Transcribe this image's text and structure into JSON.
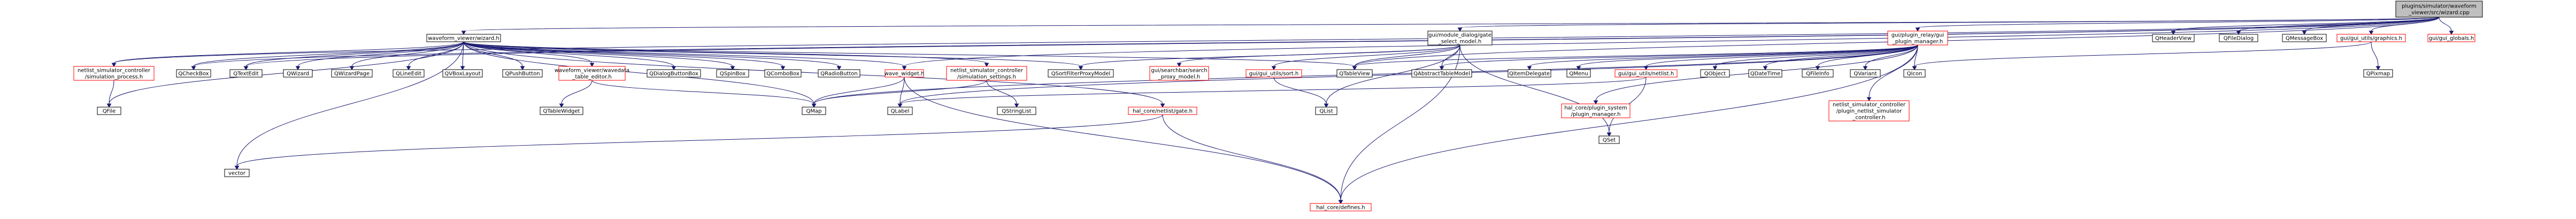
{
  "colors": {
    "root_fill": "#bfbfbf",
    "node_fill": "#ffffff",
    "node_border": "#000000",
    "link_border": "#ff0000",
    "edge": "#191970"
  },
  "nodes": {
    "root": {
      "lines": [
        "plugins/simulator/waveform",
        "_viewer/src/wizard.cpp"
      ],
      "kind": "root"
    },
    "wizard_h": {
      "lines": [
        "waveform_viewer/wizard.h"
      ],
      "kind": "file"
    },
    "mdsm": {
      "lines": [
        "gui/module_dialog/gate",
        "_select_model.h"
      ],
      "kind": "file"
    },
    "prm": {
      "lines": [
        "gui/plugin_relay/gui",
        "_plugin_manager.h"
      ],
      "kind": "link"
    },
    "qheaderview": {
      "lines": [
        "QHeaderView"
      ],
      "kind": "file"
    },
    "qfiledialog": {
      "lines": [
        "QFileDialog"
      ],
      "kind": "file"
    },
    "qmessagebox": {
      "lines": [
        "QMessageBox"
      ],
      "kind": "file"
    },
    "graphics": {
      "lines": [
        "gui/gui_utils/graphics.h"
      ],
      "kind": "link"
    },
    "globals": {
      "lines": [
        "gui/gui_globals.h"
      ],
      "kind": "link"
    },
    "nscap": {
      "lines": [
        "netlist_simulator_controller",
        "/simulation_process.h"
      ],
      "kind": "link"
    },
    "qcheckbox": {
      "lines": [
        "QCheckBox"
      ],
      "kind": "file"
    },
    "qtextedit": {
      "lines": [
        "QTextEdit"
      ],
      "kind": "file"
    },
    "qwizard": {
      "lines": [
        "QWizard"
      ],
      "kind": "file"
    },
    "qwizardpage": {
      "lines": [
        "QWizardPage"
      ],
      "kind": "file"
    },
    "qlineedit": {
      "lines": [
        "QLineEdit"
      ],
      "kind": "file"
    },
    "qvboxlayout": {
      "lines": [
        "QVBoxLayout"
      ],
      "kind": "file"
    },
    "qpushbutton": {
      "lines": [
        "QPushButton"
      ],
      "kind": "file"
    },
    "wvdte": {
      "lines": [
        "waveform_viewer/wavedata",
        "_table_editor.h"
      ],
      "kind": "link"
    },
    "qdialogbb": {
      "lines": [
        "QDialogButtonBox"
      ],
      "kind": "file"
    },
    "qspinbox": {
      "lines": [
        "QSpinBox"
      ],
      "kind": "file"
    },
    "qcombobox": {
      "lines": [
        "QComboBox"
      ],
      "kind": "file"
    },
    "qradiobutton": {
      "lines": [
        "QRadioButton"
      ],
      "kind": "file"
    },
    "wavewidget": {
      "lines": [
        "wave_widget.h"
      ],
      "kind": "link"
    },
    "nscss": {
      "lines": [
        "netlist_simulator_controller",
        "/simulation_settings.h"
      ],
      "kind": "link"
    },
    "qsfpm": {
      "lines": [
        "QSortFilterProxyModel"
      ],
      "kind": "file"
    },
    "gsfpm": {
      "lines": [
        "gui/searchbar/search",
        "_proxy_model.h"
      ],
      "kind": "link"
    },
    "guisort": {
      "lines": [
        "gui/gui_utils/sort.h"
      ],
      "kind": "link"
    },
    "qtableview": {
      "lines": [
        "QTableView"
      ],
      "kind": "file"
    },
    "qatm": {
      "lines": [
        "QAbstractTableModel"
      ],
      "kind": "file"
    },
    "qitemdelegate": {
      "lines": [
        "QItemDelegate"
      ],
      "kind": "file"
    },
    "qmenu": {
      "lines": [
        "QMenu"
      ],
      "kind": "file"
    },
    "guinetlist": {
      "lines": [
        "gui/gui_utils/netlist.h"
      ],
      "kind": "link"
    },
    "qobject": {
      "lines": [
        "QObject"
      ],
      "kind": "file"
    },
    "qdatetime": {
      "lines": [
        "QDateTime"
      ],
      "kind": "file"
    },
    "qfileinfo": {
      "lines": [
        "QFileInfo"
      ],
      "kind": "file"
    },
    "qvariant": {
      "lines": [
        "QVariant"
      ],
      "kind": "file"
    },
    "qicon": {
      "lines": [
        "QIcon"
      ],
      "kind": "file"
    },
    "qpixmap": {
      "lines": [
        "QPixmap"
      ],
      "kind": "file"
    },
    "qfile": {
      "lines": [
        "QFile"
      ],
      "kind": "file"
    },
    "qtablewidget": {
      "lines": [
        "QTableWidget"
      ],
      "kind": "file"
    },
    "qmap": {
      "lines": [
        "QMap"
      ],
      "kind": "file"
    },
    "qlabel": {
      "lines": [
        "QLabel"
      ],
      "kind": "file"
    },
    "qstringlist": {
      "lines": [
        "QStringList"
      ],
      "kind": "file"
    },
    "qlist": {
      "lines": [
        "QList"
      ],
      "kind": "file"
    },
    "halnetlistgate": {
      "lines": [
        "hal_core/netlist/gate.h"
      ],
      "kind": "link"
    },
    "halpsm": {
      "lines": [
        "hal_core/plugin_system",
        "/plugin_manager.h"
      ],
      "kind": "link"
    },
    "qset": {
      "lines": [
        "QSet"
      ],
      "kind": "file"
    },
    "nspnsc": {
      "lines": [
        "netlist_simulator_controller",
        "/plugin_netlist_simulator",
        "_controller.h"
      ],
      "kind": "link"
    },
    "vector": {
      "lines": [
        "vector"
      ],
      "kind": "file"
    },
    "haldefines": {
      "lines": [
        "hal_core/defines.h"
      ],
      "kind": "link"
    }
  },
  "edges": [
    [
      "root",
      "wizard_h"
    ],
    [
      "root",
      "mdsm"
    ],
    [
      "root",
      "prm"
    ],
    [
      "root",
      "qheaderview"
    ],
    [
      "root",
      "qfiledialog"
    ],
    [
      "root",
      "qmessagebox"
    ],
    [
      "root",
      "graphics"
    ],
    [
      "root",
      "globals"
    ],
    [
      "root",
      "wavewidget"
    ],
    [
      "root",
      "nscap"
    ],
    [
      "root",
      "qcheckbox"
    ],
    [
      "root",
      "qtextedit"
    ],
    [
      "root",
      "qtableview"
    ],
    [
      "wizard_h",
      "nscap"
    ],
    [
      "wizard_h",
      "qcheckbox"
    ],
    [
      "wizard_h",
      "qtextedit"
    ],
    [
      "wizard_h",
      "qwizard"
    ],
    [
      "wizard_h",
      "qwizardpage"
    ],
    [
      "wizard_h",
      "qlineedit"
    ],
    [
      "wizard_h",
      "qvboxlayout"
    ],
    [
      "wizard_h",
      "qpushbutton"
    ],
    [
      "wizard_h",
      "wvdte"
    ],
    [
      "wizard_h",
      "qdialogbb"
    ],
    [
      "wizard_h",
      "qspinbox"
    ],
    [
      "wizard_h",
      "qcombobox"
    ],
    [
      "wizard_h",
      "qradiobutton"
    ],
    [
      "wizard_h",
      "wavewidget"
    ],
    [
      "wizard_h",
      "nscss"
    ],
    [
      "wizard_h",
      "qsfpm"
    ],
    [
      "wizard_h",
      "qtableview"
    ],
    [
      "wizard_h",
      "qfile"
    ],
    [
      "wizard_h",
      "qmap"
    ],
    [
      "wizard_h",
      "vector"
    ],
    [
      "wizard_h",
      "halnetlistgate"
    ],
    [
      "mdsm",
      "qsfpm"
    ],
    [
      "mdsm",
      "gsfpm"
    ],
    [
      "mdsm",
      "guisort"
    ],
    [
      "mdsm",
      "qtableview"
    ],
    [
      "mdsm",
      "qatm"
    ],
    [
      "mdsm",
      "qlist"
    ],
    [
      "mdsm",
      "qset"
    ],
    [
      "mdsm",
      "haldefines"
    ],
    [
      "prm",
      "qatm"
    ],
    [
      "prm",
      "qitemdelegate"
    ],
    [
      "prm",
      "qmenu"
    ],
    [
      "prm",
      "guinetlist"
    ],
    [
      "prm",
      "qobject"
    ],
    [
      "prm",
      "qdatetime"
    ],
    [
      "prm",
      "qfileinfo"
    ],
    [
      "prm",
      "qvariant"
    ],
    [
      "prm",
      "qicon"
    ],
    [
      "prm",
      "qtableview"
    ],
    [
      "prm",
      "halpsm"
    ],
    [
      "prm",
      "nspnsc"
    ],
    [
      "prm",
      "qmap"
    ],
    [
      "prm",
      "qlabel"
    ],
    [
      "prm",
      "haldefines"
    ],
    [
      "graphics",
      "qicon"
    ],
    [
      "graphics",
      "qpixmap"
    ],
    [
      "nscap",
      "qfile"
    ],
    [
      "wvdte",
      "qtablewidget"
    ],
    [
      "wvdte",
      "qmap"
    ],
    [
      "wavewidget",
      "qmap"
    ],
    [
      "wavewidget",
      "qlabel"
    ],
    [
      "wavewidget",
      "haldefines"
    ],
    [
      "nscss",
      "qmap"
    ],
    [
      "nscss",
      "qstringlist"
    ],
    [
      "guisort",
      "qlist"
    ],
    [
      "guinetlist",
      "qset"
    ],
    [
      "guinetlist",
      "qlabel"
    ],
    [
      "halnetlistgate",
      "haldefines"
    ],
    [
      "halnetlistgate",
      "vector"
    ]
  ]
}
